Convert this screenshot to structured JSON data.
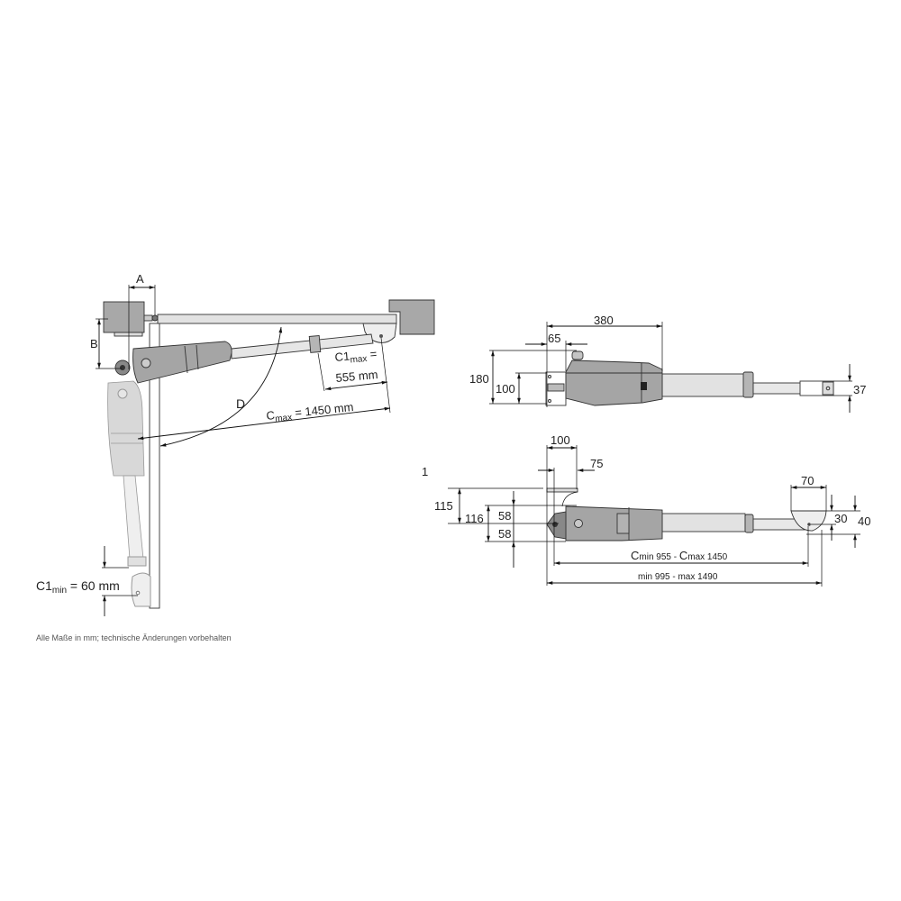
{
  "colors": {
    "body": "#a5a5a5",
    "body_light": "#c4c4c4",
    "rod": "#e2e2e2",
    "box": "#a8a8a8",
    "line": "#111111"
  },
  "left_view": {
    "label_a": "A",
    "label_b": "B",
    "label_d": "D",
    "c1max": {
      "main": "C1",
      "sub": "max",
      "eq": " =",
      "value": "555 mm"
    },
    "cmax": {
      "main": "C",
      "sub": "max",
      "value": " = 1450 mm"
    },
    "c1min": {
      "main": "C1",
      "sub": "min",
      "value": " = 60 mm"
    },
    "stray_digit": "1"
  },
  "top_view": {
    "d380": "380",
    "d65": "65",
    "d180": "180",
    "d100": "100",
    "d37": "37"
  },
  "side_view": {
    "d100": "100",
    "d75": "75",
    "d115": "115",
    "d116": "116",
    "d58a": "58",
    "d58b": "58",
    "d70": "70",
    "d30": "30",
    "d40": "40",
    "cmin_c1": "C",
    "cmin_text": "min 955 - ",
    "cmax_c": "C",
    "cmax_text": "max 1450",
    "overall": "min 995 - max 1490"
  },
  "footer": "Alle Maße in mm; technische Änderungen vorbehalten"
}
